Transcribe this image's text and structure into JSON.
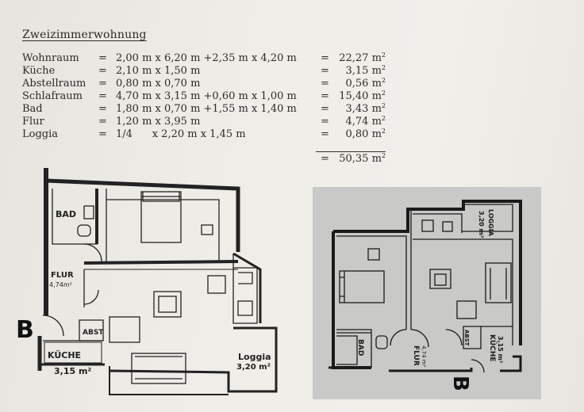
{
  "document": {
    "title": "Zweizimmerwohnung",
    "rows": [
      {
        "name": "Wohnraum",
        "eq": "=",
        "calc": "2,00 m x 6,20 m +2,35 m x 4,20 m",
        "eq2": "=",
        "result": "22,27 m",
        "unit": "2"
      },
      {
        "name": "Küche",
        "eq": "=",
        "calc": "2,10 m x 1,50 m",
        "eq2": "=",
        "result": "3,15 m",
        "unit": "2"
      },
      {
        "name": "Abstellraum",
        "eq": "=",
        "calc": "0,80 m x 0,70 m",
        "eq2": "=",
        "result": "0,56 m",
        "unit": "2"
      },
      {
        "name": "Schlafraum",
        "eq": "=",
        "calc": "4,70 m x 3,15 m +0,60 m x 1,00 m",
        "eq2": "=",
        "result": "15,40 m",
        "unit": "2"
      },
      {
        "name": "Bad",
        "eq": "=",
        "calc": "1,80 m x 0,70 m +1,55 m x 1,40 m",
        "eq2": "=",
        "result": "3,43 m",
        "unit": "2"
      },
      {
        "name": "Flur",
        "eq": "=",
        "calc": "1,20 m x 3,95 m",
        "eq2": "=",
        "result": "4,74 m",
        "unit": "2"
      },
      {
        "name": "Loggia",
        "eq": "=",
        "calc": "1/4      x 2,20 m x 1,45 m",
        "eq2": "=",
        "result": "0,80 m",
        "unit": "2"
      }
    ],
    "total": {
      "eq": "=",
      "result": "50,35 m",
      "unit": "2"
    }
  },
  "plan_left": {
    "bad": "BAD",
    "flur": "FLUR",
    "flur_area": "4,74m²",
    "abst": "ABST",
    "kuche": "KÜCHE",
    "kuche_area": "3,15 m²",
    "loggia": "Loggia",
    "loggia_area": "3,20 m²",
    "entrance": "B"
  },
  "plan_right": {
    "loggia": "LOGGIA",
    "loggia_area": "3,20 m²",
    "bad": "BAD",
    "flur": "FLUR",
    "flur_area": "4,74 m²",
    "abst": "ABST",
    "kuche": "KÜCHE",
    "kuche_area": "3,15 m²",
    "entrance": "B"
  }
}
